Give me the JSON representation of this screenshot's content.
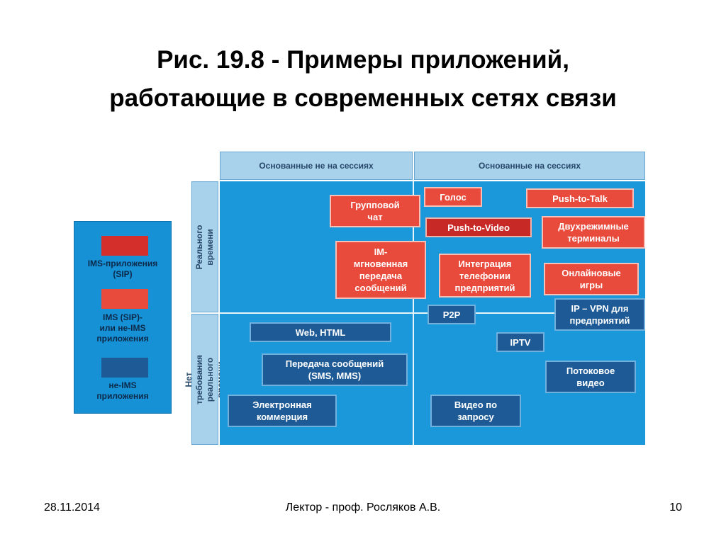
{
  "title": {
    "line1": "Рис. 19.8 - Примеры приложений,",
    "line2": "работающие в современных сетях связи"
  },
  "diagram": {
    "columns": [
      "Основанные не на сессиях",
      "Основанные на сессиях"
    ],
    "rows": [
      "Реального\nвремени",
      "Нет требования\nреального времени"
    ],
    "legend": [
      {
        "label": "IMS-приложения\n(SIP)",
        "color": "#d42f2a"
      },
      {
        "label": "IMS (SIP)-\nили не-IMS\nприложения",
        "color": "#e84a3c"
      },
      {
        "label": "не-IMS\nприложения",
        "color": "#1e5a96"
      }
    ],
    "apps": {
      "group_chat": "Групповой\nчат",
      "voice": "Голос",
      "push_to_talk": "Push-to-Talk",
      "push_to_video": "Push-to-Video",
      "dual_mode": "Двухрежимные\nтерминалы",
      "im": "IM-\nмгновенная\nпередача\nсообщений",
      "enterprise_telephony": "Интеграция\nтелефонии\nпредприятий",
      "online_games": "Онлайновые\nигры",
      "p2p": "P2P",
      "ip_vpn": "IP – VPN для\nпредприятий",
      "web_html": "Web, HTML",
      "iptv": "IPTV",
      "messaging": "Передача сообщений\n(SMS, MMS)",
      "streaming": "Потоковое\nвидео",
      "ecommerce": "Электронная\nкоммерция",
      "vod": "Видео по\nзапросу"
    },
    "colors": {
      "ims": "#c72a26",
      "mixed": "#e84a3c",
      "non_ims": "#1e5a96",
      "panel": "#1a98da",
      "header": "#a8d1ec"
    }
  },
  "footer": {
    "date": "28.11.2014",
    "lecturer": "Лектор - проф. Росляков А.В.",
    "page": "10"
  }
}
